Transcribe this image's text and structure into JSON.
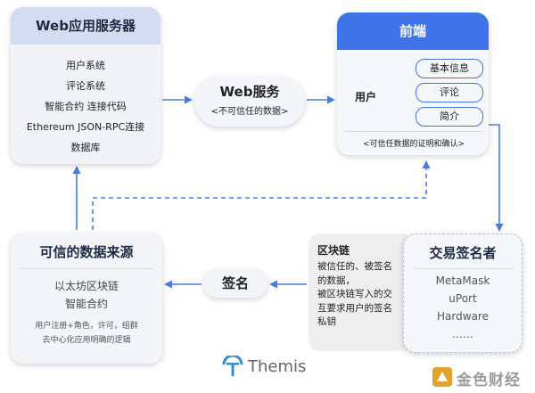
{
  "server": {
    "title": "Web应用服务器",
    "items": [
      "用户系统",
      "评论系统",
      "智能合约 连接代码",
      "Ethereum JSON-RPC连接",
      "数据库"
    ]
  },
  "web_service": {
    "title": "Web服务",
    "subtitle": "<不可信任的数据>"
  },
  "frontend": {
    "title": "前端",
    "user_label": "用户",
    "pills": [
      "基本信息",
      "评论",
      "简介"
    ],
    "proof_note": "<可信任数据的证明和确认>"
  },
  "trusted_source": {
    "title": "可信的数据来源",
    "line1": "以太坊区块链",
    "line2": "智能合约",
    "small1": "用户注册+角色，许可，组群",
    "small2": "去中心化应用明确的逻辑"
  },
  "signature": {
    "label": "签名"
  },
  "blockchain": {
    "title": "区块链",
    "lines": [
      "被信任的、被签名",
      "的数据，",
      "被区块链写入的交",
      "互要求用户的签名",
      "私钥"
    ]
  },
  "signer": {
    "title": "交易签名者",
    "wallets": [
      "MetaMask",
      "uPort",
      "Hardware",
      "……"
    ]
  },
  "logo": {
    "text": "Themis"
  },
  "watermark": {
    "text": "金色财经"
  },
  "colors": {
    "arrow": "#4a7ae0",
    "accent": "#3f74e8"
  }
}
